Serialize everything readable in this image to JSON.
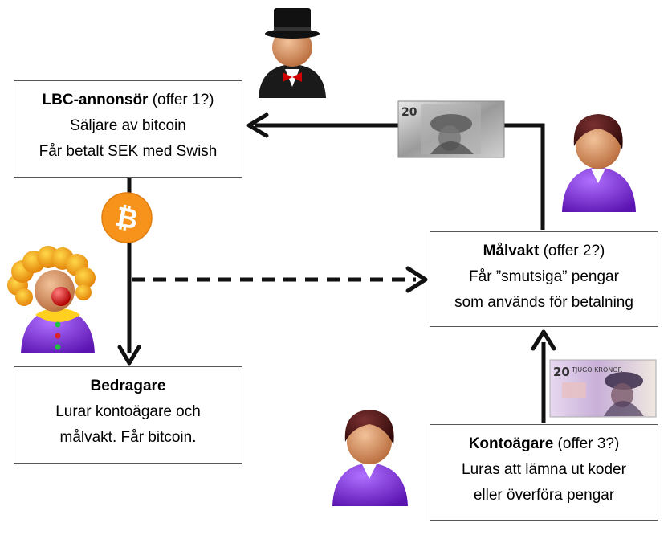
{
  "nodes": {
    "lbc": {
      "title": "LBC-annonsör",
      "title_suffix": " (offer 1?)",
      "line2": "Säljare av bitcoin",
      "line3": "Får betalt SEK med Swish"
    },
    "malvakt": {
      "title": "Målvakt",
      "title_suffix": " (offer 2?)",
      "line2": "Får ”smutsiga” pengar",
      "line3": "som används för betalning"
    },
    "bedragare": {
      "title": "Bedragare",
      "line2": "Lurar kontoägare och",
      "line3": "målvakt. Får bitcoin."
    },
    "kontoagare": {
      "title": "Kontoägare",
      "title_suffix": " (offer 3?)",
      "line2": "Luras att lämna ut koder",
      "line3": "eller överföra pengar"
    }
  },
  "icons": {
    "bitcoin_symbol": "₿",
    "banknote_top_denomination": "20",
    "banknote_bottom_denomination": "20",
    "banknote_bottom_text": "TJUGO KRONOR"
  },
  "colors": {
    "bitcoin_orange": "#f7931a",
    "purple_shirt": "#7b2fd0",
    "clown_hair": "#f5a000",
    "clown_nose": "#e01818",
    "skin": "#d89060",
    "arrow": "#111111"
  }
}
